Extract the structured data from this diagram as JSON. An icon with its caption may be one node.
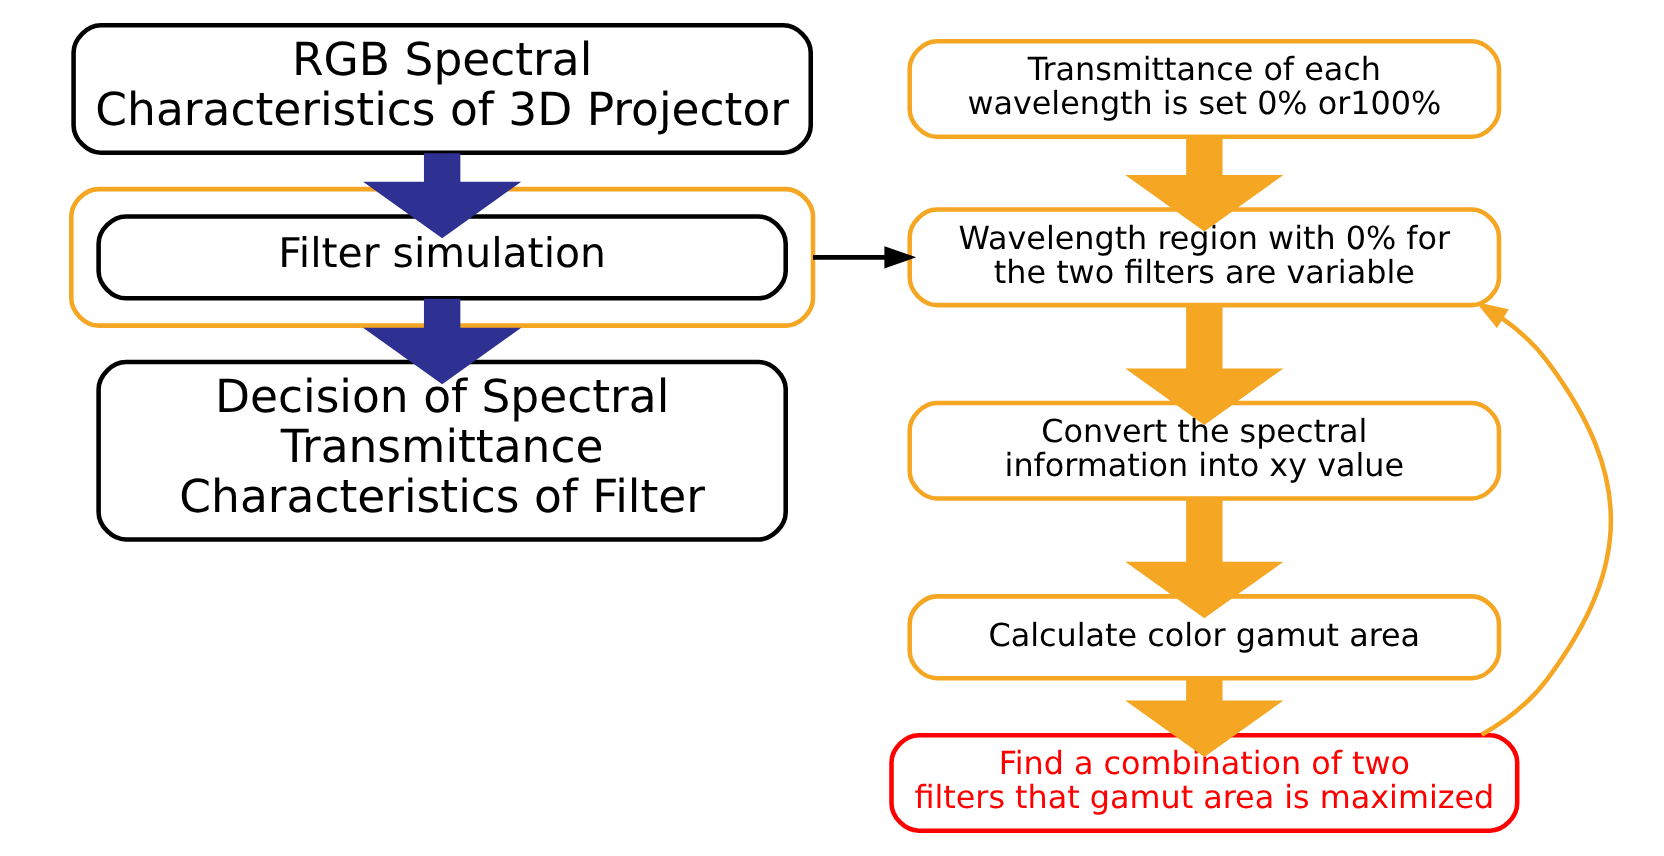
{
  "diagram": {
    "nodes": [
      {
        "text": [
          "RGB Spectral Characteristics of 3D Projector"
        ]
      },
      {
        "text": [],
        "shape": "box"
      },
      {
        "text": [
          "Filter simulation"
        ],
        "in": 1
      },
      {
        "text": [
          "Decision of Spectral Transmittance Characteristics of Filter"
        ]
      },
      {
        "text": [
          "Transmittance of each wavelength is set 0% or100%"
        ]
      },
      {
        "text": [
          "Wavelength region with 0% for the two filters are variable"
        ]
      },
      {
        "text": [
          "Convert the spectral information into xy value"
        ]
      },
      {
        "text": [
          "Calculate color gamut area"
        ]
      },
      {
        "text": [
          "Find a combination of two filters that gamut area is maximized"
        ]
      }
    ],
    "edges": [
      {
        "from": 0,
        "to": 2,
        "arrow": "to",
        "color": "#2e3192"
      },
      {
        "from": 2,
        "to": 3,
        "arrow": "to",
        "color": "#2e3192"
      },
      {
        "from": 1,
        "to": 5,
        "arrow": "to",
        "color": "#000000"
      },
      {
        "from": 4,
        "to": 5,
        "arrow": "to"
      },
      {
        "from": 5,
        "to": 6,
        "arrow": "to"
      },
      {
        "from": 6,
        "to": 7,
        "arrow": "to"
      },
      {
        "from": 7,
        "to": 8,
        "arrow": "to"
      },
      {
        "from": 8,
        "to": 5,
        "arrow": "to"
      }
    ]
  }
}
